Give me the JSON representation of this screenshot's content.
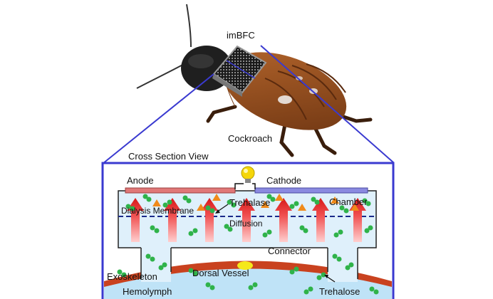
{
  "labels": {
    "device": "imBFC",
    "insect": "Cockroach",
    "view_title": "Cross Section View",
    "anode": "Anode",
    "cathode": "Cathode",
    "chamber": "Chamber",
    "trehalase": "Trehalase",
    "membrane": "Dialysis Membrane",
    "diffusion": "Diffusion",
    "connector": "Connector",
    "exoskeleton": "Exoskeleton",
    "dorsal_vessel": "Dorsal Vessel",
    "hemolymph": "Hemolymph",
    "trehalose": "Trehalose"
  },
  "colors": {
    "frame": "#3a3ad0",
    "chamber_fill": "#dff0fb",
    "anode": "#e07878",
    "cathode": "#8a8ae0",
    "arrow": "#f03838",
    "particle_green": "#2fb34a",
    "particle_orange": "#f08a1a",
    "exoskeleton": "#c9421f",
    "hemolymph": "#bfe3f7",
    "bulb": "#f5d60a",
    "cockroach_body": "#9a5424",
    "cockroach_head": "#222222"
  },
  "icons": {
    "bulb": "lightbulb-icon"
  }
}
